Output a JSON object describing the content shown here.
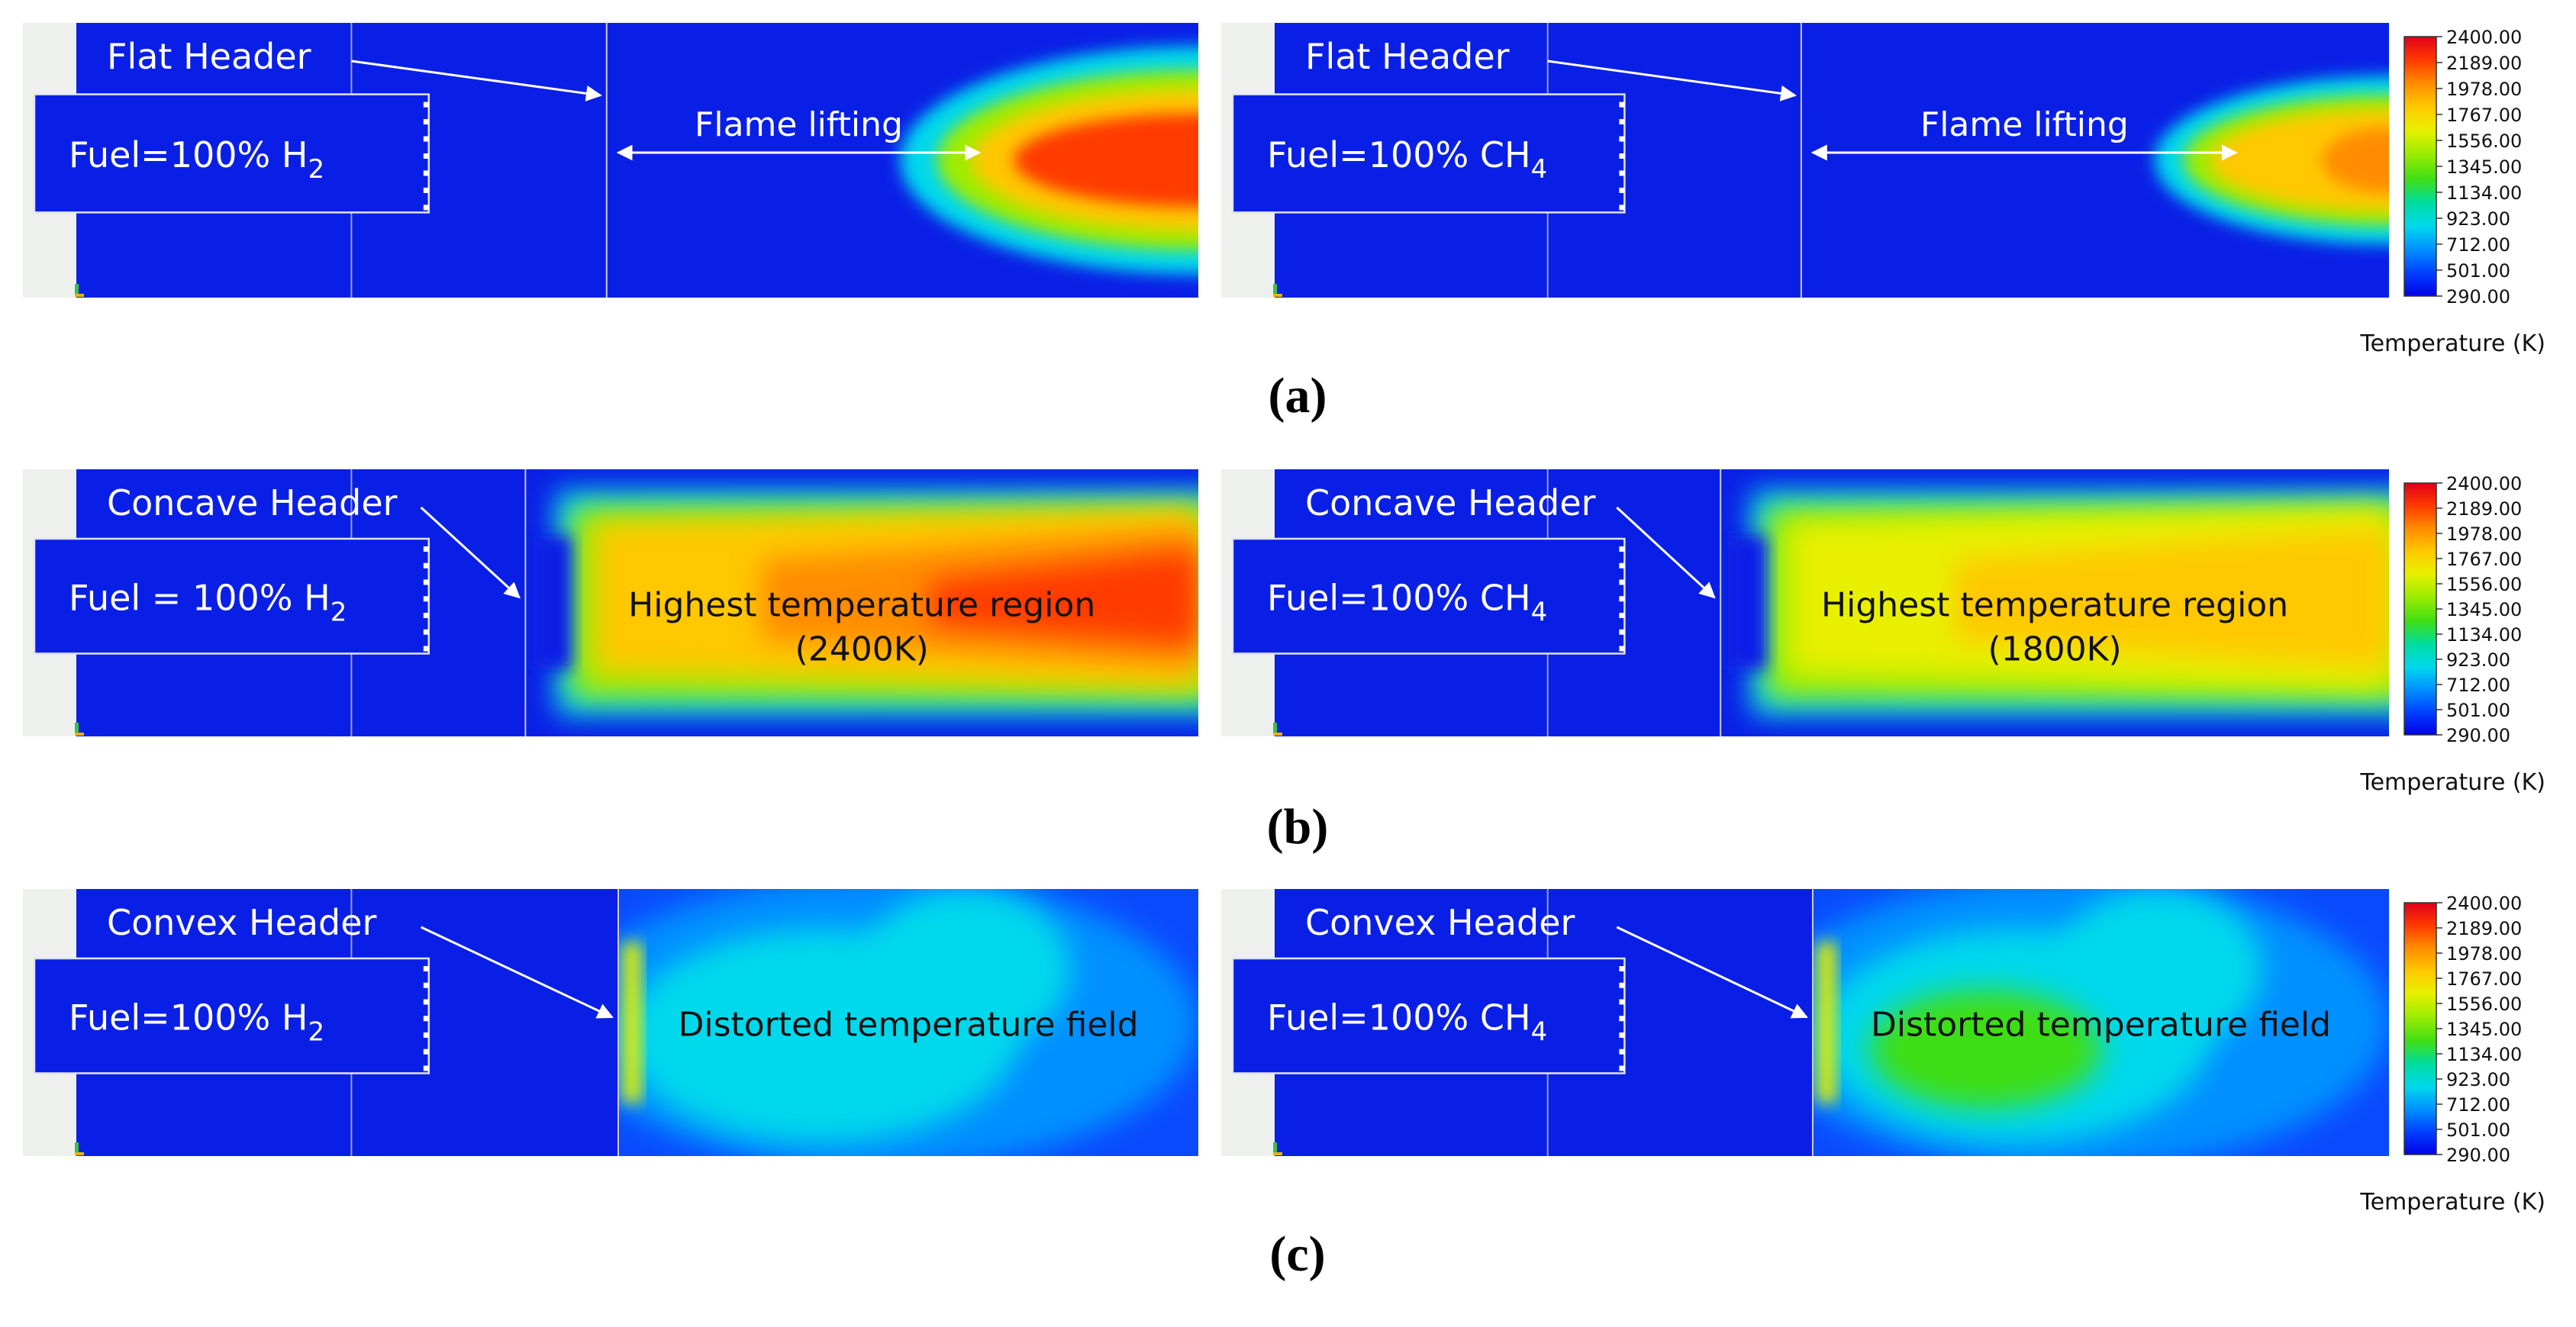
{
  "rows": [
    {
      "row_label": "(a)",
      "panels": [
        {
          "header": "Flat Header",
          "fuel_prefix": "Fuel=100% ",
          "fuel_species": "H",
          "fuel_subscript": "2",
          "annotation": "Flame lifting",
          "annotation_line2": ""
        },
        {
          "header": "Flat Header",
          "fuel_prefix": "Fuel=100% ",
          "fuel_species": "CH",
          "fuel_subscript": "4",
          "annotation": "Flame lifting",
          "annotation_line2": ""
        }
      ]
    },
    {
      "row_label": "(b)",
      "panels": [
        {
          "header": "Concave Header",
          "fuel_prefix": "Fuel  =  100% ",
          "fuel_species": "H",
          "fuel_subscript": "2",
          "annotation": "Highest temperature region",
          "annotation_line2": "(2400K)"
        },
        {
          "header": "Concave Header",
          "fuel_prefix": "Fuel=100% ",
          "fuel_species": "CH",
          "fuel_subscript": "4",
          "annotation": "Highest temperature region",
          "annotation_line2": "(1800K)"
        }
      ]
    },
    {
      "row_label": "(c)",
      "panels": [
        {
          "header": "Convex Header",
          "fuel_prefix": "Fuel=100% ",
          "fuel_species": "H",
          "fuel_subscript": "2",
          "annotation": "Distorted temperature field",
          "annotation_line2": ""
        },
        {
          "header": "Convex Header",
          "fuel_prefix": "Fuel=100% ",
          "fuel_species": "CH",
          "fuel_subscript": "4",
          "annotation": "Distorted temperature field",
          "annotation_line2": ""
        }
      ]
    }
  ],
  "colorbar": {
    "title": "Temperature (K)",
    "ticks": [
      "2400.00",
      "2189.00",
      "1978.00",
      "1767.00",
      "1556.00",
      "1345.00",
      "1134.00",
      "923.00",
      "712.00",
      "501.00",
      "290.00"
    ],
    "colors": [
      "#e0001a",
      "#ff3a00",
      "#ff8c00",
      "#ffc800",
      "#e8f000",
      "#9eec00",
      "#3ede16",
      "#00dca0",
      "#00d8ec",
      "#0090ff",
      "#0040ff",
      "#0000e8"
    ]
  }
}
